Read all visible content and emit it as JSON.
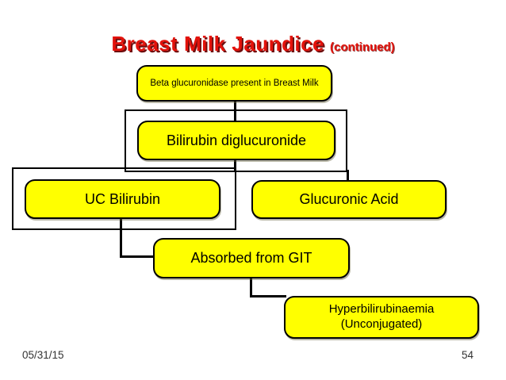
{
  "title": {
    "main": "Breast Milk Jaundice",
    "suffix": "(continued)"
  },
  "nodes": {
    "beta": {
      "label": "Beta glucuronidase present in Breast Milk"
    },
    "bilirubin": {
      "label": "Bilirubin diglucuronide"
    },
    "uc": {
      "label": "UC Bilirubin"
    },
    "glucuronic": {
      "label": "Glucuronic Acid"
    },
    "absorbed": {
      "label": "Absorbed from GIT"
    },
    "hyper": {
      "line1": "Hyperbilirubinaemia",
      "line2": "(Unconjugated)"
    }
  },
  "edges": [
    {
      "from": "beta-glucuronidase",
      "to": "bilirubin-diglucuronide"
    },
    {
      "from": "bilirubin-diglucuronide",
      "to": "uc-bilirubin"
    },
    {
      "from": "bilirubin-diglucuronide",
      "to": "glucuronic-acid"
    },
    {
      "from": "uc-bilirubin",
      "to": "absorbed-from-git"
    },
    {
      "from": "absorbed-from-git",
      "to": "hyperbilirubinaemia"
    }
  ],
  "footer": {
    "date": "05/31/15",
    "page": "54"
  },
  "colors": {
    "background": "#ffffff",
    "node_fill": "#ffff00",
    "node_border": "#000000",
    "connector": "#000000",
    "title": "#e3120b",
    "title_shadow": "#6e0e0e",
    "footer_text": "#333333"
  }
}
